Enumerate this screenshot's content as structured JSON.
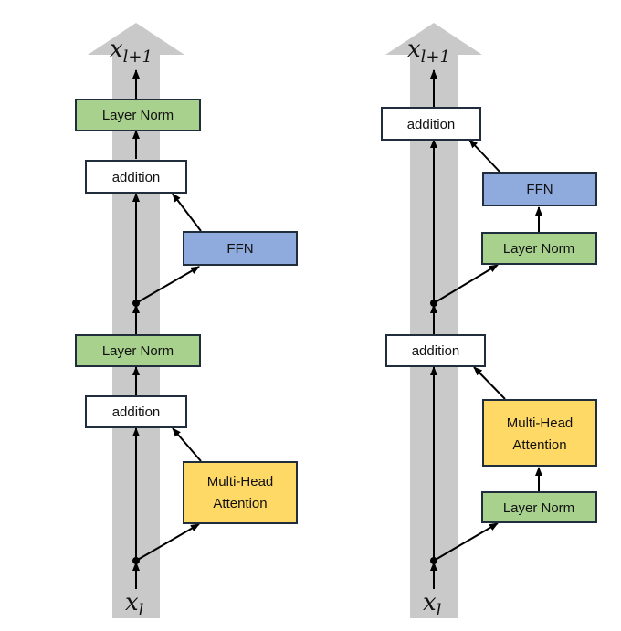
{
  "colors": {
    "residual_stream": "#c9c9c9",
    "layer_norm": "#a9d18e",
    "ffn": "#8faadc",
    "attention": "#ffd966",
    "addition": "#ffffff",
    "border": "#1f2d3d",
    "line": "#000000"
  },
  "left": {
    "output": {
      "base": "x",
      "subscript": "l+1"
    },
    "input": {
      "base": "x",
      "subscript": "l"
    },
    "top_norm_label": "Layer Norm",
    "top_add_label": "addition",
    "ffn_label": "FFN",
    "mid_norm_label": "Layer Norm",
    "mid_add_label": "addition",
    "attention_label": [
      "Multi-Head",
      "Attention"
    ]
  },
  "right": {
    "output": {
      "base": "x",
      "subscript": "l+1"
    },
    "input": {
      "base": "x",
      "subscript": "l"
    },
    "top_add_label": "addition",
    "ffn_label": "FFN",
    "ffn_norm_label": "Layer Norm",
    "mid_add_label": "addition",
    "attention_label": [
      "Multi-Head",
      "Attention"
    ],
    "attn_norm_label": "Layer Norm"
  }
}
